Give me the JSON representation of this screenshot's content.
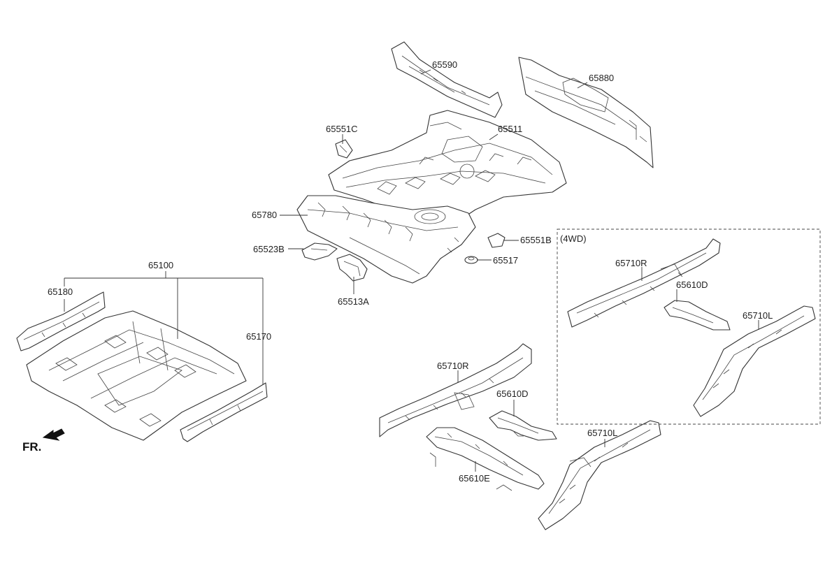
{
  "labels": {
    "p65590": "65590",
    "p65880": "65880",
    "p65551C": "65551C",
    "p65511": "65511",
    "p65780": "65780",
    "p65523B": "65523B",
    "p65551B": "65551B",
    "p65517": "65517",
    "p65513A": "65513A",
    "p65100": "65100",
    "p65180": "65180",
    "p65170": "65170",
    "p65710R": "65710R",
    "p65610D": "65610D",
    "p65610E": "65610E",
    "p65710L": "65710L",
    "wd_65710R": "65710R",
    "wd_65610D": "65610D",
    "wd_65710L": "65710L",
    "group_4wd": "(4WD)",
    "front": "FR."
  }
}
